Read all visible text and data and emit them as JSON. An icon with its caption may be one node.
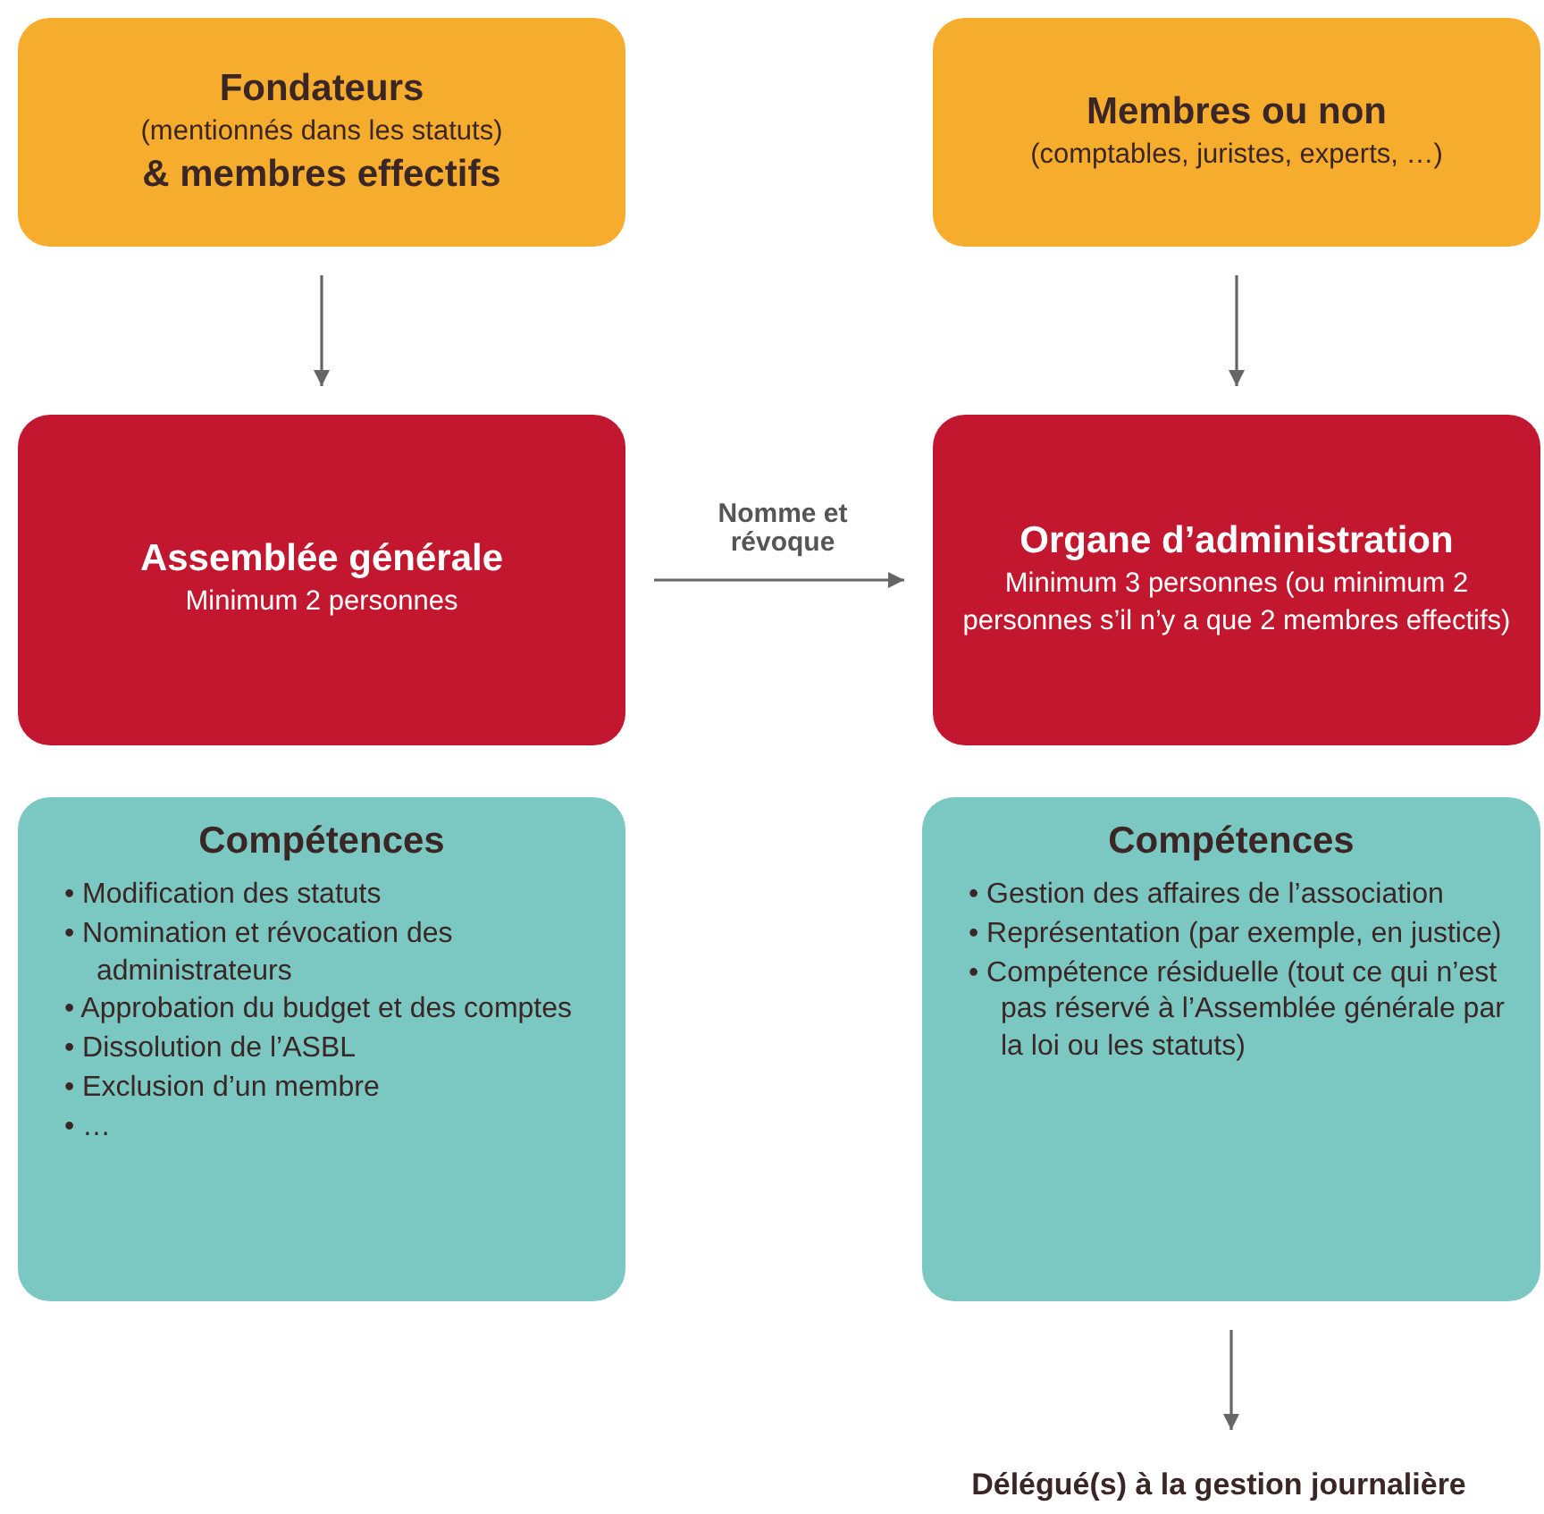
{
  "diagram": {
    "nodes": [
      {
        "text": [
          "Fondateurs",
          "(mentionnés dans les statuts)",
          "& membres effectifs"
        ]
      },
      {
        "text": [
          "Membres ou non",
          "(comptables, juristes, experts, …)"
        ]
      },
      {
        "text": [
          "Assemblée générale",
          "Minimum 2 personnes"
        ]
      },
      {
        "text": [
          "Organe d’administration",
          "Minimum 3 personnes (ou minimum 2 personnes s’il n’y a que 2 membres effectifs)"
        ]
      },
      {
        "text": [
          "Compétences",
          "• Modification des statuts",
          "• Nomination et révocation des administrateurs",
          "• Approbation du budget et des comptes",
          "• Dissolution de l’ASBL",
          "• Exclusion d’un membre",
          "• …"
        ]
      },
      {
        "text": [
          "Compétences",
          "• Gestion des affaires de l’association",
          "• Représentation (par exemple, en justice)",
          "• Compétence résiduelle (tout ce qui n’est pas réservé à l’Assemblée générale par la loi ou les statuts)"
        ]
      },
      {
        "text": [
          "Délégué(s) à la gestion journalière"
        ]
      }
    ],
    "edges": [
      {
        "from": 0,
        "to": 2,
        "arrow": "to"
      },
      {
        "from": 1,
        "to": 3,
        "arrow": "to"
      },
      {
        "from": 2,
        "to": 3,
        "arrow": "to",
        "label": "Nomme et révoque"
      },
      {
        "from": 5,
        "to": 6,
        "arrow": "to"
      }
    ]
  }
}
